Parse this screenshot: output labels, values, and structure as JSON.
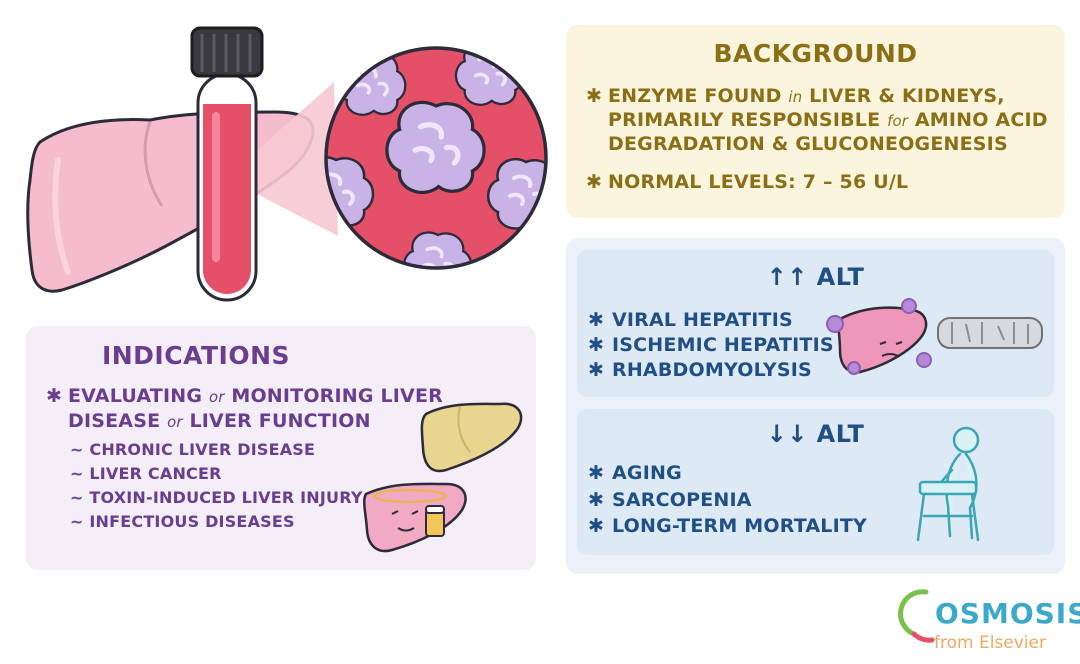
{
  "background": {
    "title": "BACKGROUND",
    "bullet1_line1_a": "ENZYME FOUND ",
    "bullet1_line1_in": "in",
    "bullet1_line1_b": " LIVER & KIDNEYS,",
    "bullet1_line2_a": "PRIMARILY RESPONSIBLE ",
    "bullet1_line2_for": "for",
    "bullet1_line2_b": " AMINO ACID",
    "bullet1_line3": "DEGRADATION & GLUCONEOGENESIS",
    "bullet2": "NORMAL LEVELS: 7 – 56 U/L"
  },
  "indications": {
    "title": "INDICATIONS",
    "line1_a": "EVALUATING ",
    "line1_or": "or",
    "line1_b": " MONITORING LIVER",
    "line2_a": "DISEASE ",
    "line2_or": "or",
    "line2_b": " LIVER FUNCTION",
    "sub_items": [
      "~ CHRONIC LIVER DISEASE",
      "~ LIVER CANCER",
      "~ TOXIN-INDUCED LIVER INJURY",
      "~ INFECTIOUS DISEASES"
    ]
  },
  "alt_up": {
    "title": "↑↑ ALT",
    "items": [
      "VIRAL HEPATITIS",
      "ISCHEMIC HEPATITIS",
      "RHABDOMYOLYSIS"
    ]
  },
  "alt_down": {
    "title": "↓↓ ALT",
    "items": [
      "AGING",
      "SARCOPENIA",
      "LONG-TERM MORTALITY"
    ]
  },
  "bullet_symbol": "✱",
  "brand": {
    "name": "OSMOSIS",
    "sub": "from Elsevier"
  },
  "colors": {
    "background_text": "#8a6f16",
    "background_panel": "#fbf5dd",
    "indications_text": "#6a3d8f",
    "indications_panel": "#f3eef7",
    "alt_text": "#1f4f85",
    "alt_panel": "#dde9f5",
    "liver_pink": "#f4bccc",
    "blood_red": "#e45068",
    "brand_blue": "#3da9c9",
    "brand_orange": "#f0a860"
  }
}
